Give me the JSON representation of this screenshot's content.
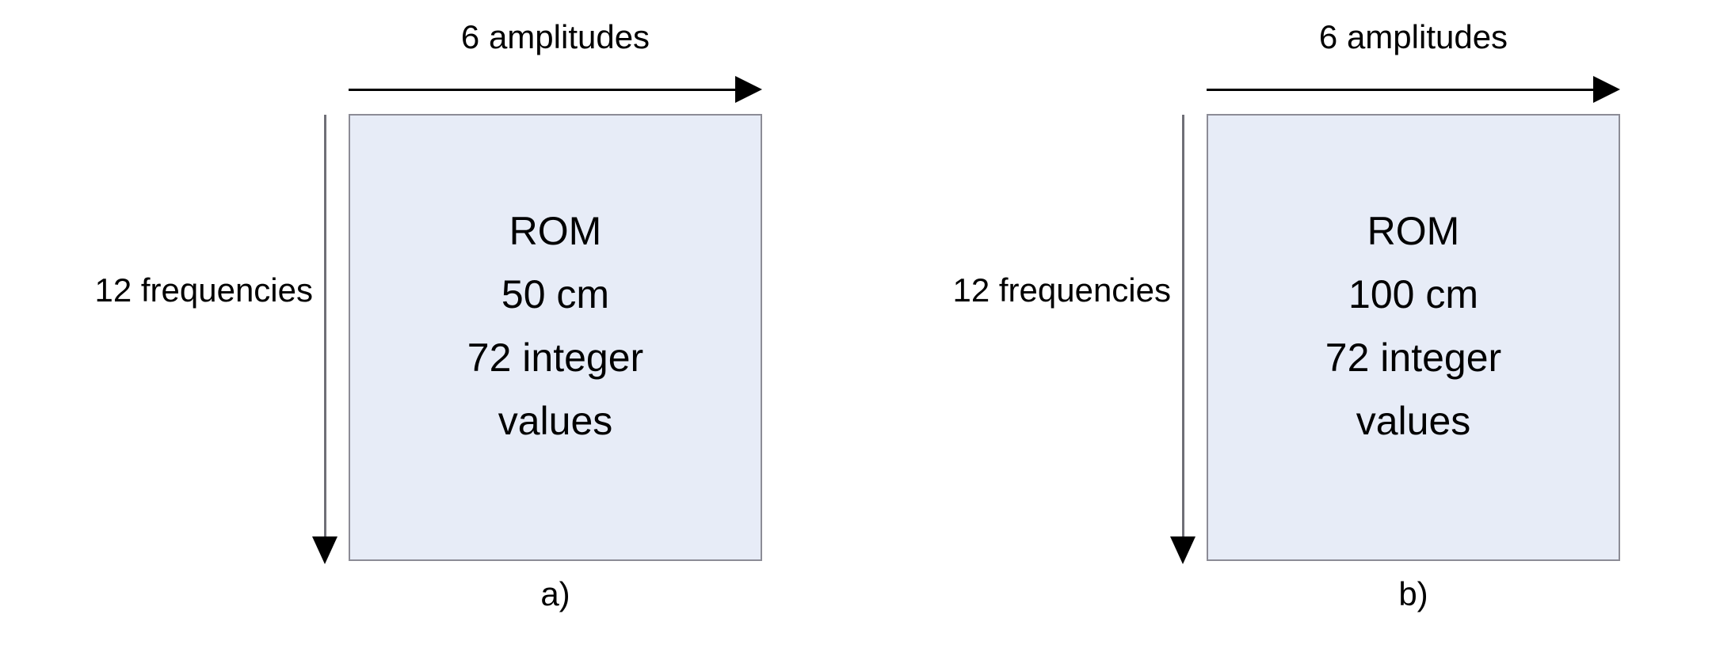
{
  "figure": {
    "type": "block-diagram",
    "background_color": "#ffffff",
    "panels": [
      {
        "id": "a",
        "caption": "a)",
        "top_axis_label": "6 amplitudes",
        "side_axis_label": "12 frequencies",
        "box": {
          "fill_color": "#e7ecf7",
          "border_color": "#8c8c96",
          "lines": [
            "ROM",
            "50 cm",
            "72 integer",
            "values"
          ],
          "line_1": "ROM",
          "line_2": "50 cm",
          "line_3": "72 integer",
          "line_4": "values"
        },
        "arrows": {
          "horizontal": "right-arrow",
          "vertical": "down-arrow"
        }
      },
      {
        "id": "b",
        "caption": "b)",
        "top_axis_label": "6 amplitudes",
        "side_axis_label": "12 frequencies",
        "box": {
          "fill_color": "#e7ecf7",
          "border_color": "#8c8c96",
          "lines": [
            "ROM",
            "100 cm",
            "72 integer",
            "values"
          ],
          "line_1": "ROM",
          "line_2": "100 cm",
          "line_3": "72 integer",
          "line_4": "values"
        },
        "arrows": {
          "horizontal": "right-arrow",
          "vertical": "down-arrow"
        }
      }
    ]
  }
}
